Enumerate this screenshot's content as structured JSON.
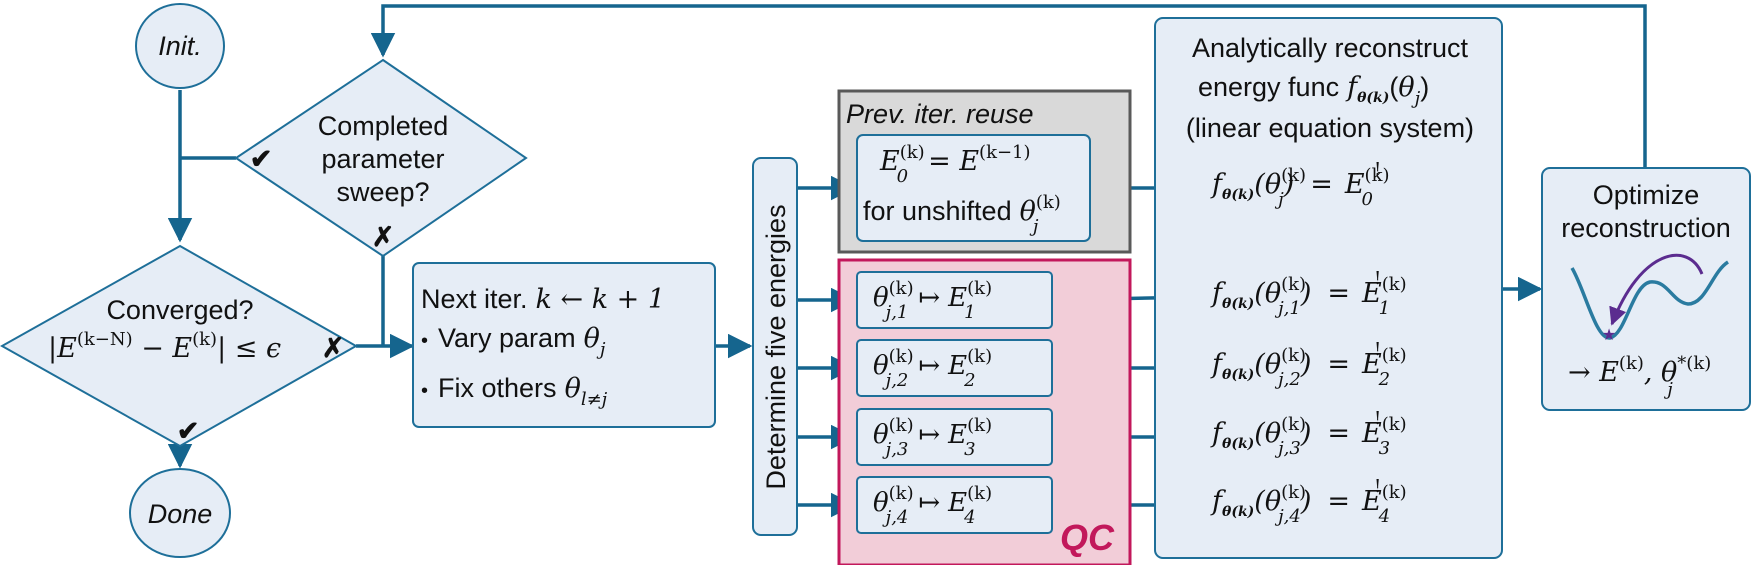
{
  "colors": {
    "flow": "#15658e",
    "box_fill": "#e6edf6",
    "box_stroke": "#1e6f99",
    "prev_fill": "#d9d9d9",
    "prev_stroke": "#595959",
    "prev_label": "#8a8a8a",
    "qc_fill": "#f2cdd8",
    "qc_stroke": "#c2185b",
    "curve": "#2a7ba0",
    "jump": "#5b2c8f"
  },
  "init": {
    "label": "Init."
  },
  "done": {
    "label": "Done"
  },
  "sweep": {
    "lines": [
      "Completed",
      "parameter",
      "sweep?"
    ],
    "yes": "✔",
    "no": "✗"
  },
  "converged": {
    "title": "Converged?",
    "cond_left": "|E",
    "cond_sup_left": "(k−N)",
    "cond_mid": " − E",
    "cond_sup_right": "(k)",
    "cond_right": "| ≤ ϵ",
    "yes": "✔",
    "no": "✗"
  },
  "next_iter": {
    "title": "Next iter.",
    "assign": "k ← k + 1",
    "bullet1_text": "Vary param",
    "bullet1_var": "θ",
    "bullet1_sub": "j",
    "bullet2_text": "Fix others",
    "bullet2_var": "θ",
    "bullet2_sub": "l≠j",
    "bullet": "•"
  },
  "determine": {
    "label": "Determine five energies"
  },
  "prev_reuse": {
    "title": "Prev. iter. reuse",
    "eq_lhs": "E",
    "eq_lhs_sub": "0",
    "eq_sup": "(k)",
    "eq_rhs": "= E",
    "eq_rhs_sup": "(k−1)",
    "line2_text": "for unshifted",
    "line2_var": "θ",
    "line2_sub": "j",
    "line2_sup": "(k)"
  },
  "qc": {
    "label": "QC",
    "rows": [
      {
        "theta_sub": "j,1",
        "energy_sub": "1"
      },
      {
        "theta_sub": "j,2",
        "energy_sub": "2"
      },
      {
        "theta_sub": "j,3",
        "energy_sub": "3"
      },
      {
        "theta_sub": "j,4",
        "energy_sub": "4"
      }
    ],
    "theta": "θ",
    "sup": "(k)",
    "mapsto": "↦",
    "energy": "E"
  },
  "reconstruct": {
    "lines": [
      "Analytically reconstruct",
      "energy func",
      "(linear equation system)"
    ],
    "func": "f",
    "func_sub": "θ(k)",
    "theta": "θ",
    "theta_sub": "j",
    "equals": "=",
    "bang": "!",
    "energy": "E",
    "sup": "(k)",
    "rows": [
      {
        "theta_sub": "j",
        "energy_sub": "0"
      },
      {
        "theta_sub": "j,1",
        "energy_sub": "1"
      },
      {
        "theta_sub": "j,2",
        "energy_sub": "2"
      },
      {
        "theta_sub": "j,3",
        "energy_sub": "3"
      },
      {
        "theta_sub": "j,4",
        "energy_sub": "4"
      }
    ]
  },
  "optimize": {
    "lines": [
      "Optimize",
      "reconstruction"
    ],
    "arrow": "→ E",
    "sup": "(k)",
    "comma": ", θ",
    "opt_sup": "*(k)",
    "opt_sub": "j",
    "star": "★"
  }
}
